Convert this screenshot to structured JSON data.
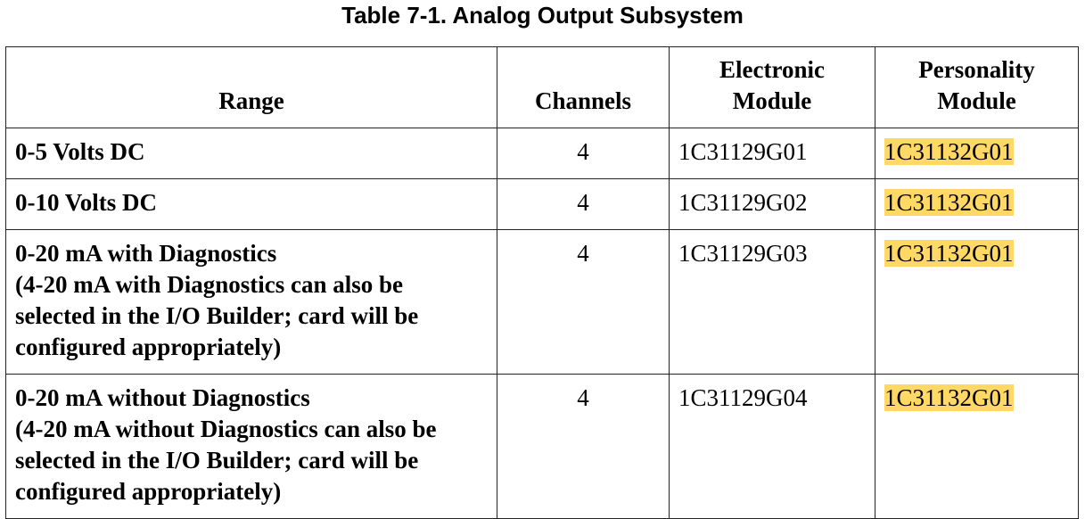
{
  "table_title": "Table 7-1.  Analog Output Subsystem",
  "columns": {
    "range": "Range",
    "channels": "Channels",
    "electronic_line1": "Electronic",
    "electronic_line2": "Module",
    "personality_line1": "Personality",
    "personality_line2": "Module"
  },
  "rows": [
    {
      "range_lines": [
        "0-5 Volts DC"
      ],
      "channels": "4",
      "electronic": "1C31129G01",
      "personality": "1C31132G01"
    },
    {
      "range_lines": [
        "0-10 Volts DC"
      ],
      "channels": "4",
      "electronic": "1C31129G02",
      "personality": "1C31132G01"
    },
    {
      "range_lines": [
        "0-20 mA with Diagnostics",
        "(4-20 mA with Diagnostics can also be",
        "selected in the I/O Builder; card will be",
        "configured appropriately)"
      ],
      "channels": "4",
      "electronic": "1C31129G03",
      "personality": "1C31132G01"
    },
    {
      "range_lines": [
        "0-20 mA without Diagnostics",
        "(4-20 mA without Diagnostics can also be",
        "selected in the I/O Builder; card will be",
        "configured appropriately)"
      ],
      "channels": "4",
      "electronic": "1C31129G04",
      "personality": "1C31132G01"
    }
  ],
  "highlight_color": "#ffd866"
}
